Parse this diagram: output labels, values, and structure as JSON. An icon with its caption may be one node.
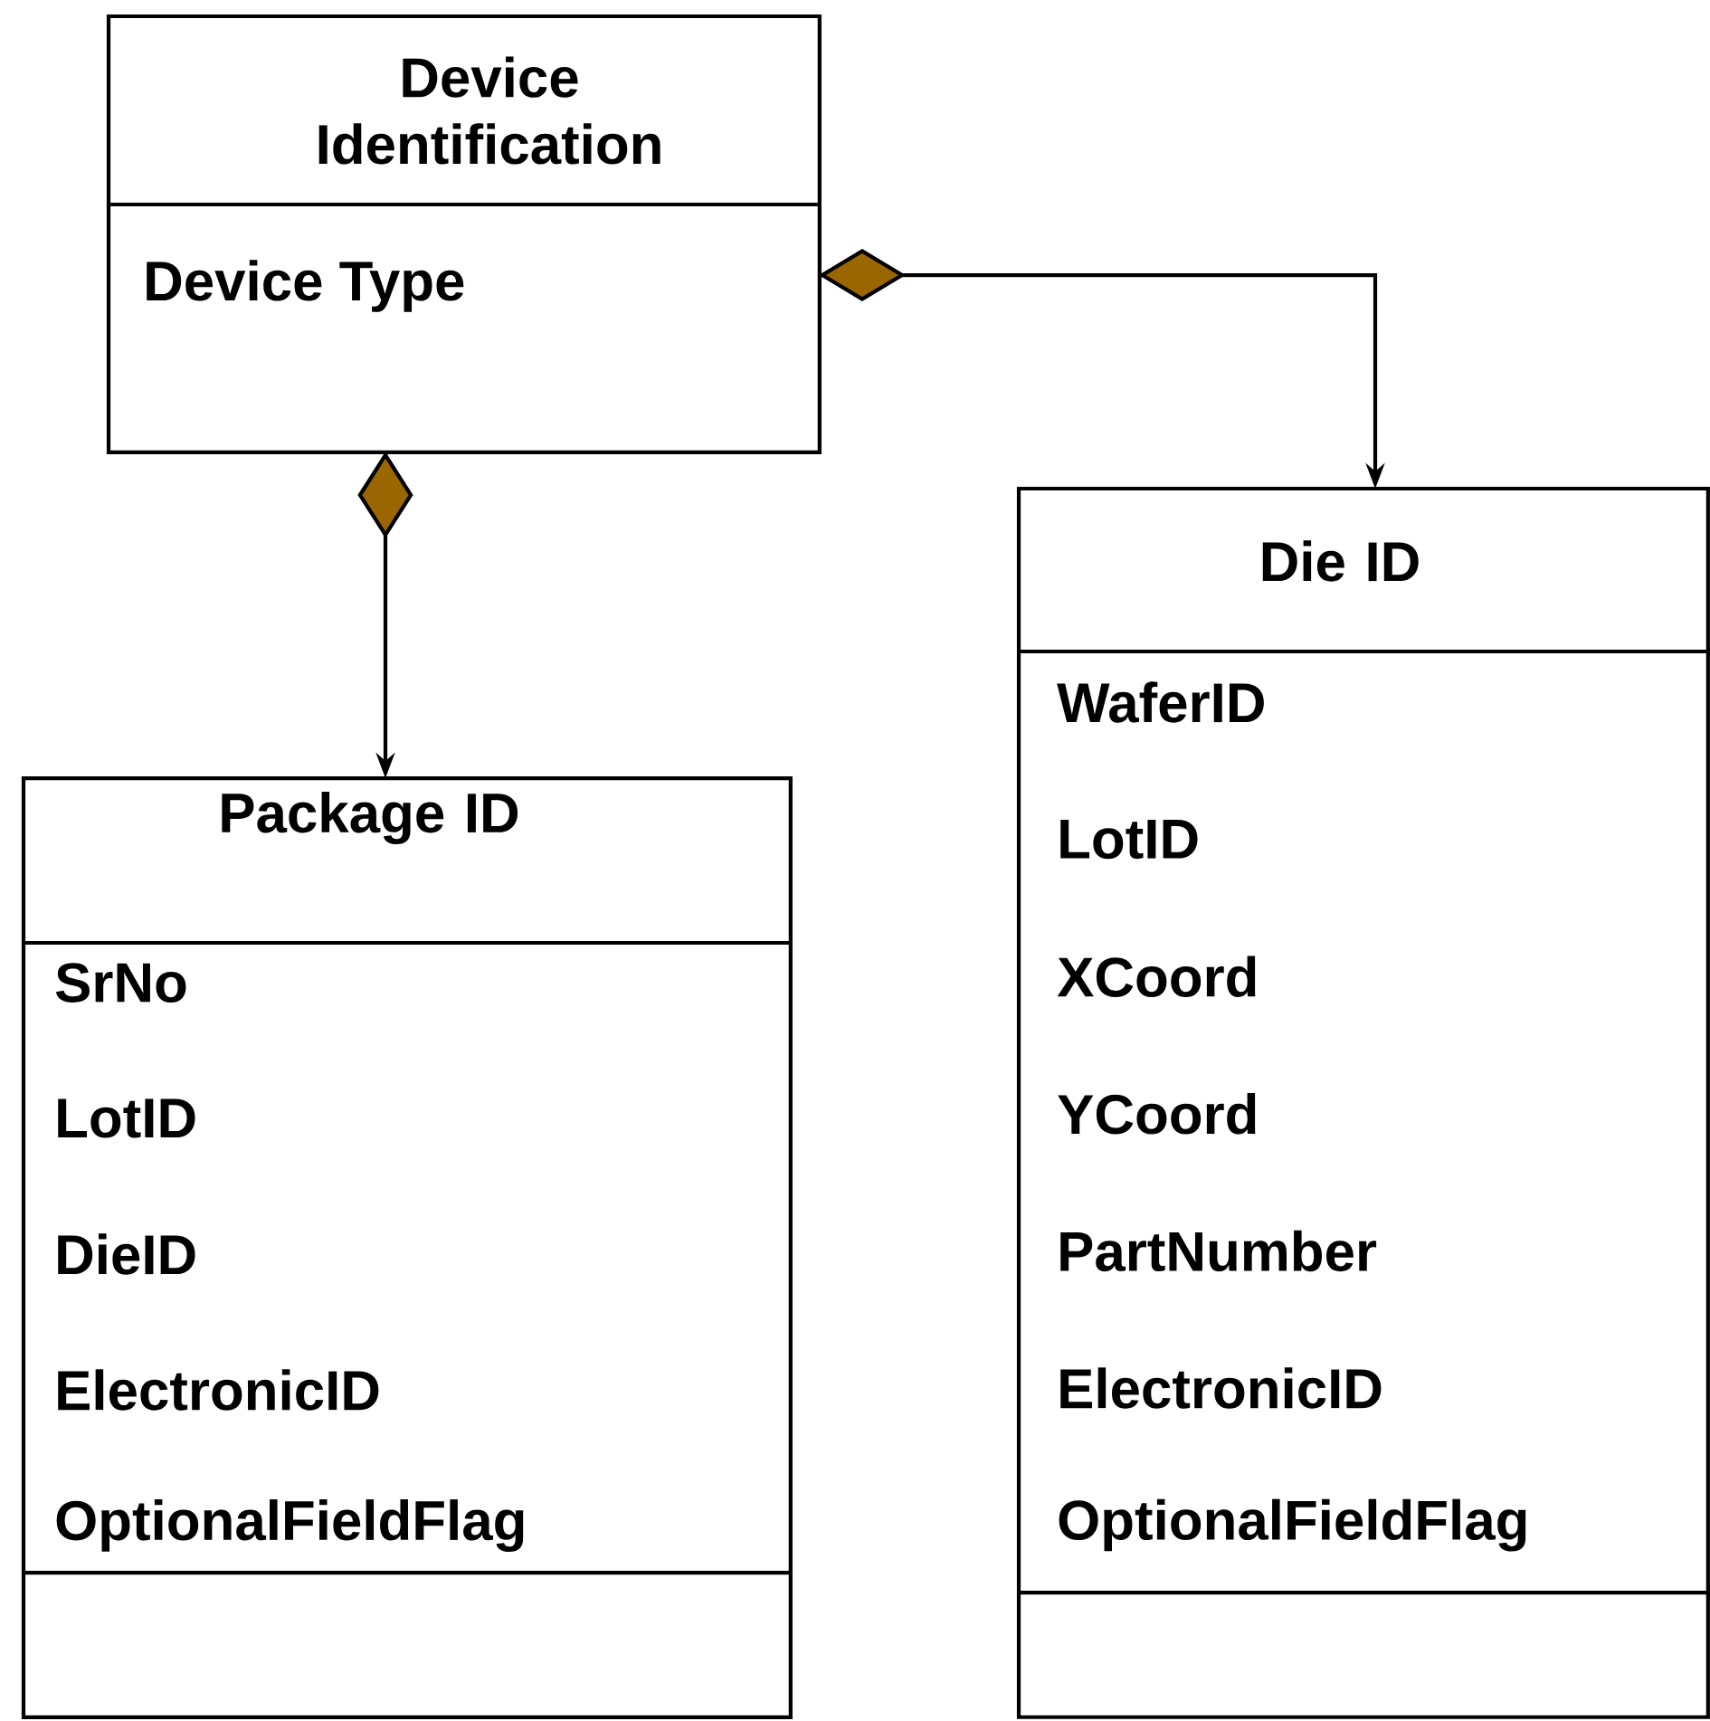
{
  "diagram": {
    "nodes": [
      {
        "text": [
          "Device Identification",
          "Device Type"
        ]
      },
      {
        "text": [
          "Package ID",
          "SrNo",
          "LotID",
          "DieID",
          "ElectronicID",
          "OptionalFieldFlag"
        ]
      },
      {
        "text": [
          "Die ID",
          "WaferID",
          "LotID",
          "XCoord",
          "YCoord",
          "PartNumber",
          "ElectronicID",
          "OptionalFieldFlag"
        ]
      }
    ],
    "edges": [
      {
        "from": 0,
        "to": 1,
        "arrow": "to"
      },
      {
        "from": 0,
        "to": 2,
        "arrow": "to"
      }
    ]
  }
}
